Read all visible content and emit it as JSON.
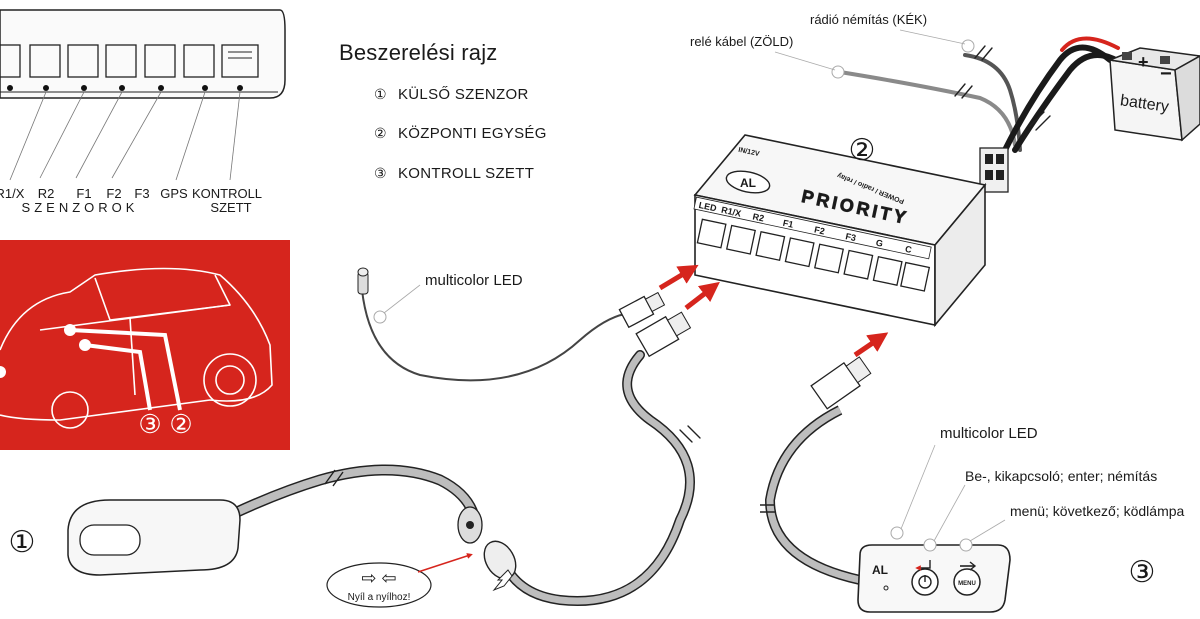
{
  "diagram": {
    "title": "Beszerelési rajz",
    "legend": [
      {
        "num": "①",
        "text": "KÜLSŐ SZENZOR"
      },
      {
        "num": "②",
        "text": "KÖZPONTI EGYSÉG"
      },
      {
        "num": "③",
        "text": "KONTROLL SZETT"
      }
    ],
    "wire_labels": {
      "radio_mute": "rádió némítás (KÉK)",
      "relay_cable": "relé kábel (ZÖLD)"
    },
    "battery": {
      "label": "battery",
      "plus": "+",
      "minus": "−"
    },
    "central_unit": {
      "number": "②",
      "brand": "AL",
      "model": "PRIORITY",
      "ports": [
        "LED",
        "R1/X",
        "R2",
        "F1",
        "F2",
        "F3",
        "G",
        "C"
      ],
      "power_label": "POWER / radio / relay",
      "side_label": "IN/12V"
    },
    "sensor_panel": {
      "ports": [
        "R1/X",
        "R2",
        "F1",
        "F2",
        "F3",
        "GPS",
        "KONTROLL"
      ],
      "kontroll_second_line": "SZETT",
      "group_label": "SZENZOROK"
    },
    "car_panel": {
      "numbers": [
        "③",
        "②"
      ],
      "bg_color": "#d6251d"
    },
    "led_labels": {
      "top": "multicolor LED",
      "control": "multicolor LED"
    },
    "control_labels": {
      "power_button": "Be-, kikapcsoló; enter; némítás",
      "menu_button": "menü; következő; ködlámpa"
    },
    "control_unit": {
      "number": "③",
      "brand": "AL",
      "menu_text": "MENU"
    },
    "sensor": {
      "number": "①",
      "arrow_hint": "Nyíl a nyílhoz!",
      "arrow_glyphs": "⇨ ⇦"
    }
  }
}
